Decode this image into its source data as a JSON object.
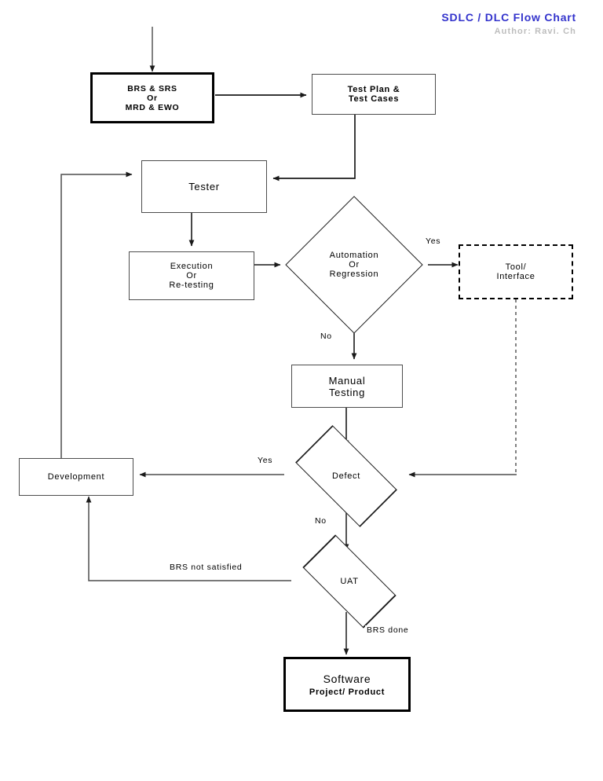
{
  "header": {
    "title": "SDLC /  DLC Flow  Chart",
    "author": "Author: Ravi. Ch",
    "title_color": "#3333cc",
    "author_color": "#bdbdbd"
  },
  "diagram": {
    "type": "flowchart",
    "background": "#ffffff",
    "stroke_color": "#000000",
    "nodes": [
      {
        "id": "brs-srs",
        "shape": "process",
        "border": "thick",
        "lines": [
          "BRS & SRS",
          "Or",
          "MRD & EWO"
        ]
      },
      {
        "id": "test-plan",
        "shape": "process",
        "border": "normal",
        "lines": [
          "Test Plan &",
          "Test Cases"
        ]
      },
      {
        "id": "tester",
        "shape": "process",
        "border": "normal",
        "lines": [
          "Tester"
        ]
      },
      {
        "id": "execution",
        "shape": "process",
        "border": "normal",
        "lines": [
          "Execution",
          "Or",
          "Re-testing"
        ]
      },
      {
        "id": "automation-regression",
        "shape": "decision",
        "lines": [
          "Automation",
          "Or",
          "Regression"
        ]
      },
      {
        "id": "tool-interface",
        "shape": "process",
        "border": "dashed",
        "lines": [
          "Tool/",
          "Interface"
        ]
      },
      {
        "id": "manual-testing",
        "shape": "process",
        "border": "normal",
        "lines": [
          "Manual",
          "Testing"
        ]
      },
      {
        "id": "defect",
        "shape": "decision",
        "lines": [
          "Defect"
        ]
      },
      {
        "id": "development",
        "shape": "process",
        "border": "normal",
        "lines": [
          "Development"
        ]
      },
      {
        "id": "uat",
        "shape": "decision",
        "lines": [
          "UAT"
        ]
      },
      {
        "id": "software",
        "shape": "process",
        "border": "thick",
        "lines": [
          "Software",
          "Project/ Product"
        ]
      }
    ],
    "edge_labels": {
      "automation_yes": "Yes",
      "automation_no": "No",
      "defect_yes": "Yes",
      "defect_no": "No",
      "uat_not_satisfied": "BRS not satisfied",
      "uat_done": "BRS done"
    }
  }
}
